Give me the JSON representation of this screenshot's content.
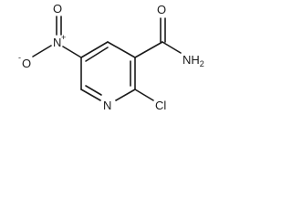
{
  "molecule": {
    "atoms": {
      "ring_nitrogen": "N",
      "chlorine": "Cl",
      "carbonyl_oxygen": "O",
      "amide_nitrogen": "NH",
      "amide_subscript": "2",
      "nitro_nitrogen": "N",
      "nitro_n_charge": "+",
      "nitro_oxygen_top": "O",
      "nitro_oxygen_left": "O",
      "nitro_o_charge": "-"
    }
  }
}
